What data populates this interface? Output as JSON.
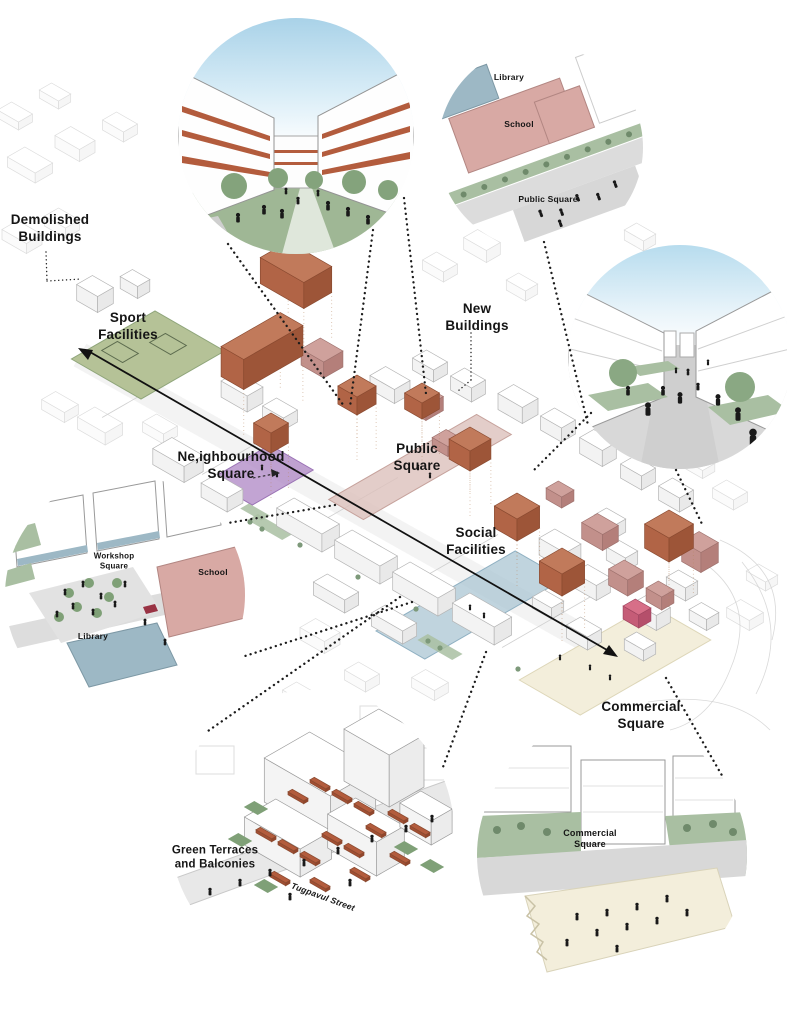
{
  "diagram": {
    "plan_labels": {
      "demolished_buildings": "Demolished\nBuildings",
      "sport_facilities": "Sport\nFacilities",
      "new_buildings": "New\nBuildings",
      "neighbourhood_square": "Ne,ighbourhood\nSquare",
      "public_square": "Public\nSquare",
      "social_facilities": "Social\nFacilities",
      "commercial_square": "Commercial\nSquare"
    },
    "inset_school_library": {
      "library": "Library",
      "school": "School",
      "public_square": "Public Square"
    },
    "inset_workshop": {
      "workshop_square": "Workshop\nSquare",
      "school": "School",
      "library": "Library"
    },
    "inset_terraces": {
      "caption": "Green Terraces\nand Balconies",
      "street": "Tugpavul Street"
    },
    "inset_commercial": {
      "caption": "Commercial\nSquare"
    },
    "colors": {
      "new_building_orange": "#c17a5b",
      "orange_side_a": "#b16446",
      "orange_side_b": "#9d5538",
      "sport_field_green": "#b5c297",
      "neighbourhood_purple": "#ad85c4",
      "public_square_pink": "#dcc0bb",
      "social_facilities_blue": "#abc5d3",
      "commercial_cream": "#f3eedb",
      "school_pink": "#d8a9a4",
      "library_blue": "#9db8c5",
      "landscape_green": "#a9bfa2",
      "tree_green": "#7d997a",
      "sky_blue": "#aad3e8"
    }
  }
}
